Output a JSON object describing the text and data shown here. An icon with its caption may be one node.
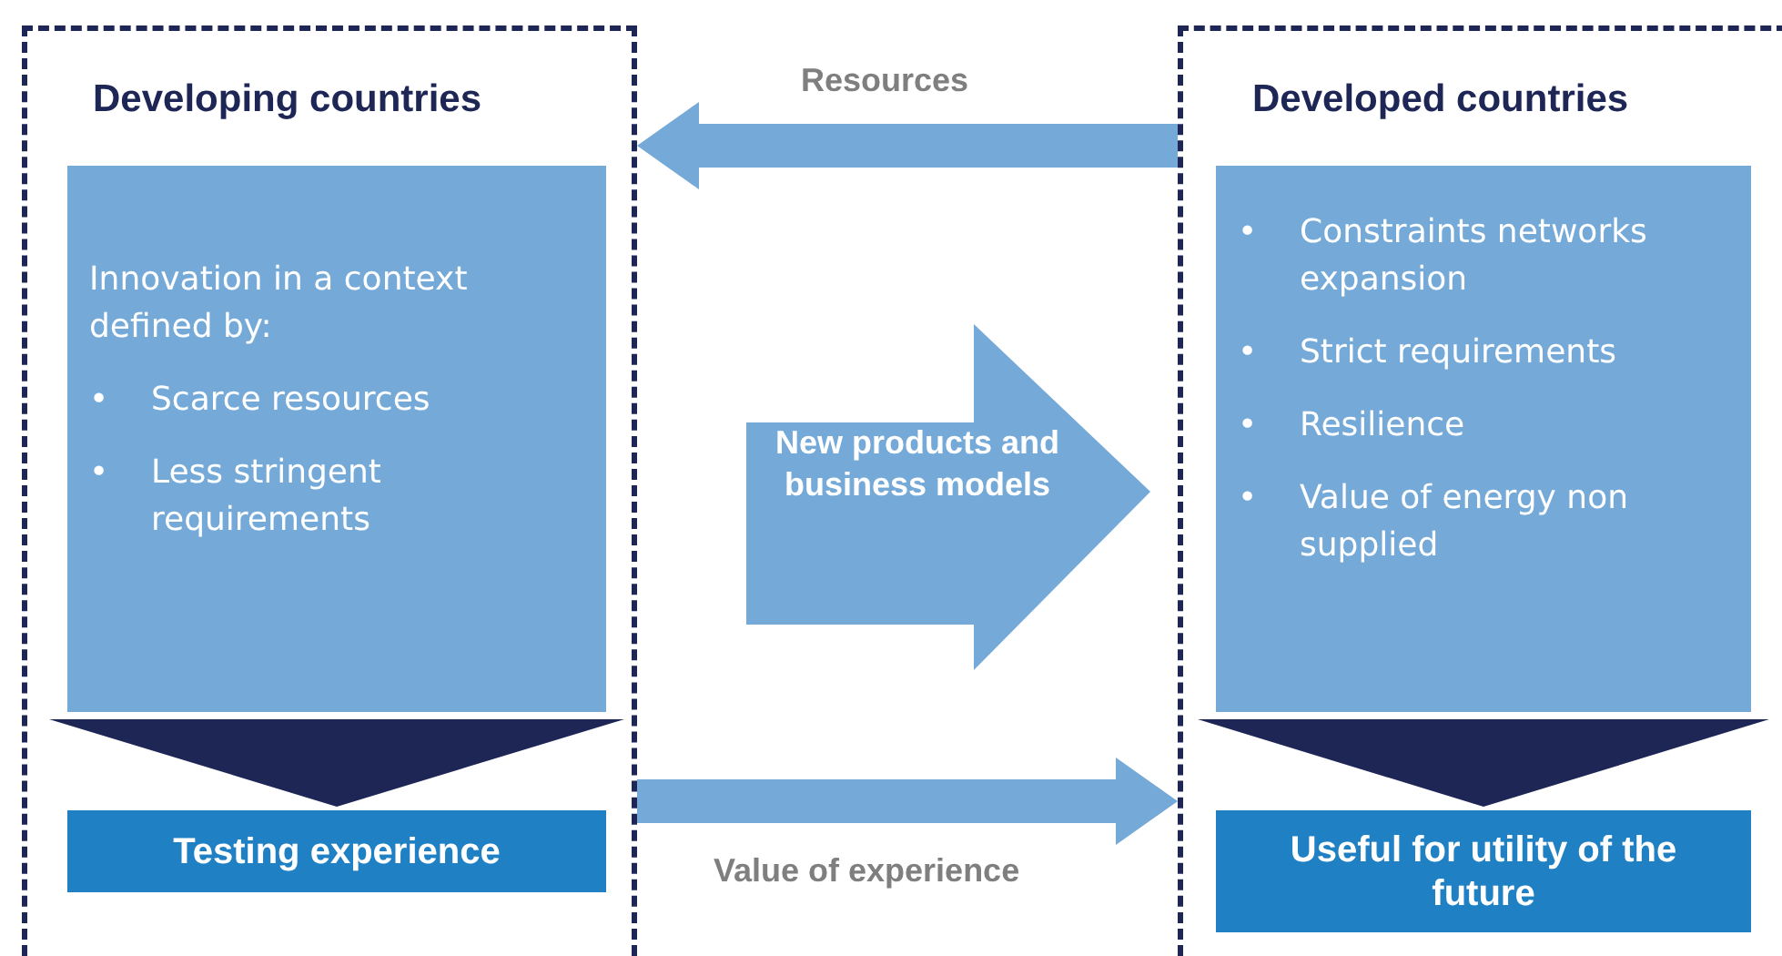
{
  "diagram": {
    "nodes": [
      {
        "text": [
          "Developing countries"
        ]
      },
      {
        "text": [
          "Innovation in a context defined by:",
          "•",
          "Scarce resources",
          "•",
          "Less stringent requirements"
        ],
        "in": 0
      },
      {
        "text": [
          "Testing experience"
        ],
        "in": 0
      },
      {
        "text": [
          "Developed countries"
        ]
      },
      {
        "text": [
          "•",
          "Constraints networks expansion",
          "•",
          "Strict requirements",
          "•",
          "Resilience",
          "•",
          "Value of energy non supplied"
        ],
        "in": 3
      },
      {
        "text": [
          "Useful for utility of the future"
        ],
        "in": 3
      },
      {
        "text": [
          "New products and business models"
        ]
      }
    ],
    "edges": [
      {
        "from": 3,
        "to": 0,
        "arrow": "to",
        "label": "Resources",
        "style": "thick",
        "color": "#74a9d8"
      },
      {
        "from": 1,
        "to": 2,
        "arrow": "to",
        "style": "thick",
        "color": "#1e2656"
      },
      {
        "from": 4,
        "to": 5,
        "arrow": "to",
        "style": "thick",
        "color": "#1e2656"
      },
      {
        "from": 0,
        "to": 3,
        "arrow": "to",
        "label": "Value of experience",
        "style": "thick",
        "color": "#74a9d8"
      }
    ]
  }
}
